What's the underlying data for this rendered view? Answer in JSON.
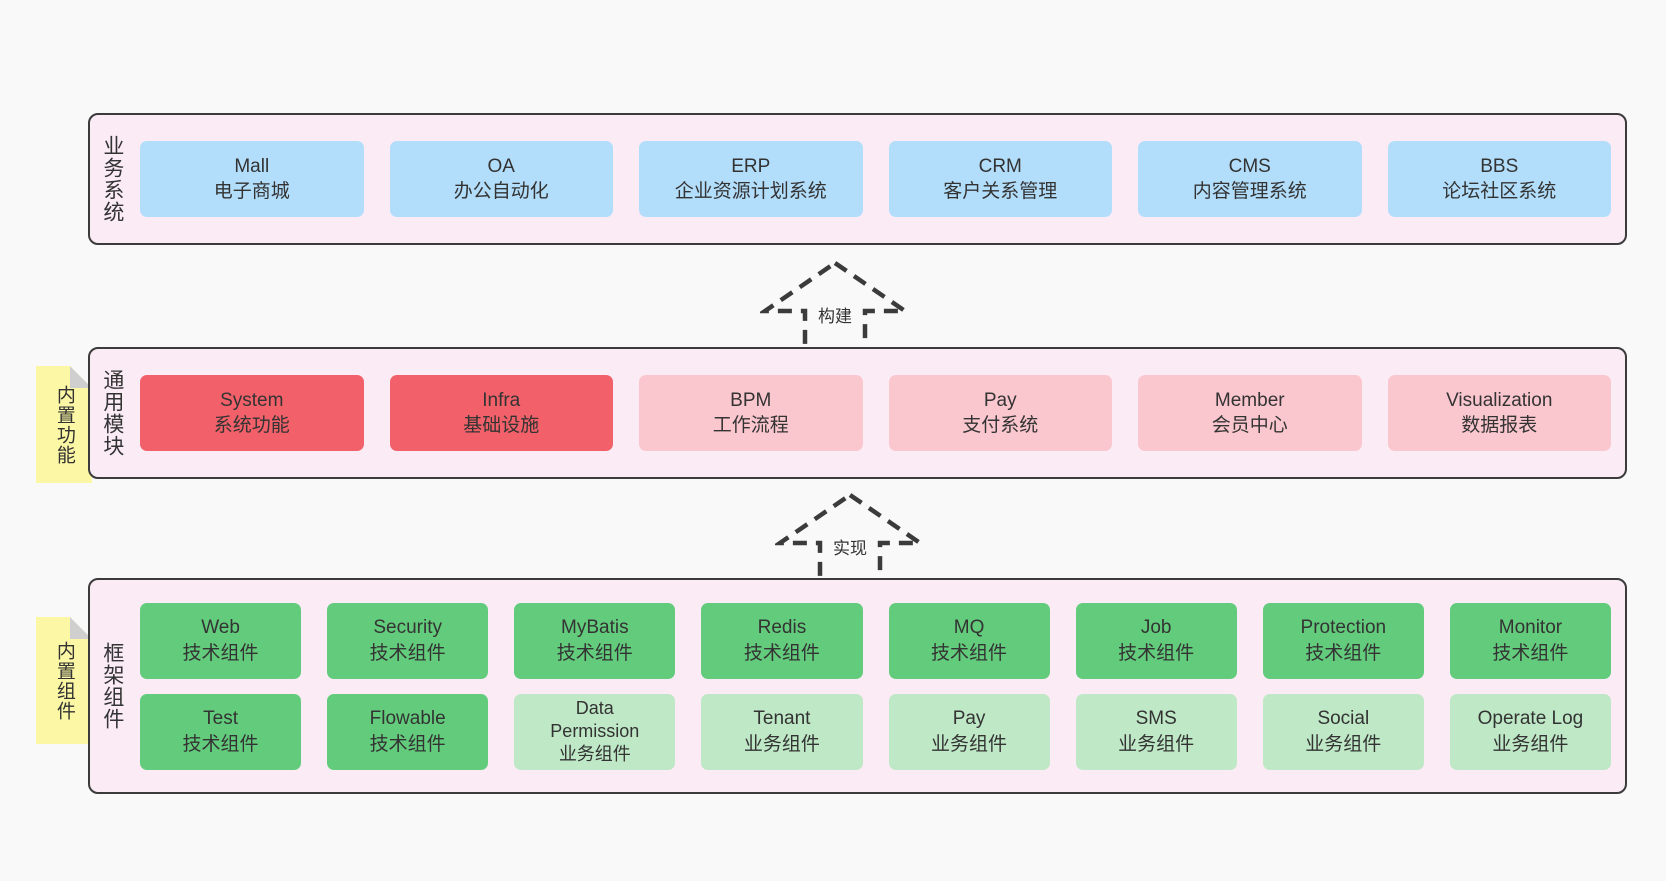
{
  "diagram": {
    "title": "Architecture layer diagram",
    "background_color": "#F9F9F9",
    "layer_background_color": "#FAEBF5",
    "layer_border_color": "#3B3B3B",
    "note_color": "#FBF7A4"
  },
  "layers": [
    {
      "id": "business",
      "title": "业务系统",
      "rows": [
        {
          "boxes": [
            {
              "name": "Mall",
              "sub": "电子商城",
              "style": "blue"
            },
            {
              "name": "OA",
              "sub": "办公自动化",
              "style": "blue"
            },
            {
              "name": "ERP",
              "sub": "企业资源计划系统",
              "style": "blue"
            },
            {
              "name": "CRM",
              "sub": "客户关系管理",
              "style": "blue"
            },
            {
              "name": "CMS",
              "sub": "内容管理系统",
              "style": "blue"
            },
            {
              "name": "BBS",
              "sub": "论坛社区系统",
              "style": "blue"
            }
          ]
        }
      ]
    },
    {
      "id": "common",
      "title": "通用模块",
      "rows": [
        {
          "boxes": [
            {
              "name": "System",
              "sub": "系统功能",
              "style": "red"
            },
            {
              "name": "Infra",
              "sub": "基础设施",
              "style": "red"
            },
            {
              "name": "BPM",
              "sub": "工作流程",
              "style": "pink"
            },
            {
              "name": "Pay",
              "sub": "支付系统",
              "style": "pink"
            },
            {
              "name": "Member",
              "sub": "会员中心",
              "style": "pink"
            },
            {
              "name": "Visualization",
              "sub": "数据报表",
              "style": "pink"
            }
          ]
        }
      ]
    },
    {
      "id": "framework",
      "title": "框架组件",
      "rows": [
        {
          "boxes": [
            {
              "name": "Web",
              "sub": "技术组件",
              "style": "green"
            },
            {
              "name": "Security",
              "sub": "技术组件",
              "style": "green"
            },
            {
              "name": "MyBatis",
              "sub": "技术组件",
              "style": "green"
            },
            {
              "name": "Redis",
              "sub": "技术组件",
              "style": "green"
            },
            {
              "name": "MQ",
              "sub": "技术组件",
              "style": "green"
            },
            {
              "name": "Job",
              "sub": "技术组件",
              "style": "green"
            },
            {
              "name": "Protection",
              "sub": "技术组件",
              "style": "green"
            },
            {
              "name": "Monitor",
              "sub": "技术组件",
              "style": "green"
            }
          ]
        },
        {
          "boxes": [
            {
              "name": "Test",
              "sub": "技术组件",
              "style": "green"
            },
            {
              "name": "Flowable",
              "sub": "技术组件",
              "style": "green"
            },
            {
              "name": "Data",
              "name2": "Permission",
              "sub": "业务组件",
              "style": "greenlight"
            },
            {
              "name": "Tenant",
              "sub": "业务组件",
              "style": "greenlight"
            },
            {
              "name": "Pay",
              "sub": "业务组件",
              "style": "greenlight"
            },
            {
              "name": "SMS",
              "sub": "业务组件",
              "style": "greenlight"
            },
            {
              "name": "Social",
              "sub": "业务组件",
              "style": "greenlight"
            },
            {
              "name": "Operate Log",
              "sub": "业务组件",
              "style": "greenlight"
            }
          ]
        }
      ]
    }
  ],
  "notes": [
    {
      "id": "builtin-function",
      "label": "内置功能"
    },
    {
      "id": "builtin-component",
      "label": "内置组件"
    }
  ],
  "arrows": [
    {
      "id": "build",
      "label": "构建"
    },
    {
      "id": "implement",
      "label": "实现"
    }
  ]
}
